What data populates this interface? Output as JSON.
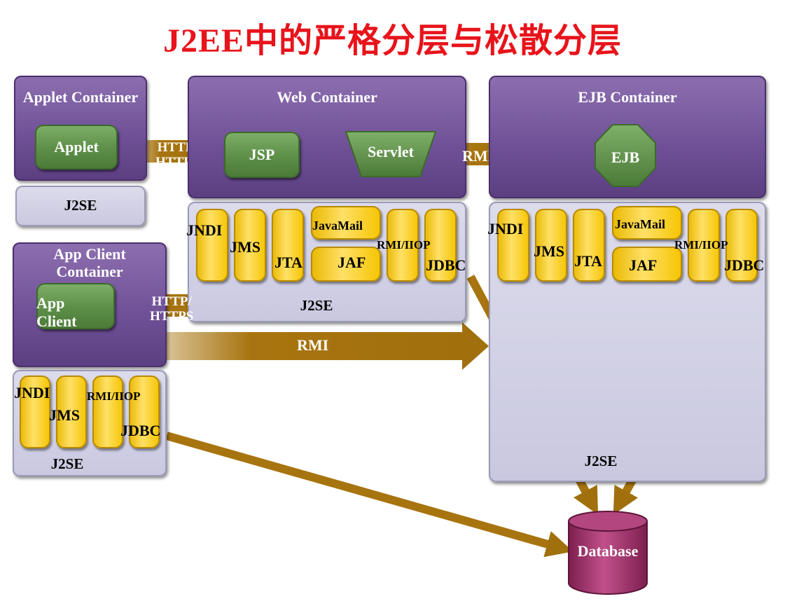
{
  "title": "J2EE中的严格分层与松散分层",
  "applet_container": {
    "title": "Applet Container",
    "component": "Applet",
    "j2se": "J2SE"
  },
  "web_container": {
    "title": "Web Container",
    "jsp": "JSP",
    "servlet": "Servlet",
    "apis": {
      "jndi": "JNDI",
      "jms": "JMS",
      "jta": "JTA",
      "javamail": "JavaMail",
      "jaf": "JAF",
      "rmi_iiop": "RMI/IIOP",
      "jdbc": "JDBC"
    },
    "j2se": "J2SE"
  },
  "ejb_container": {
    "title": "EJB Container",
    "ejb": "EJB",
    "apis": {
      "jndi": "JNDI",
      "jms": "JMS",
      "jta": "JTA",
      "javamail": "JavaMail",
      "jaf": "JAF",
      "rmi_iiop": "RMI/IIOP",
      "jdbc": "JDBC"
    },
    "j2se": "J2SE"
  },
  "app_client_container": {
    "title_line1": "App Client",
    "title_line2": "Container",
    "component_line1": "App",
    "component_line2": "Client",
    "apis": {
      "jndi": "JNDI",
      "jms": "JMS",
      "rmi_iiop": "RMI/IIOP",
      "jdbc": "JDBC"
    },
    "j2se": "J2SE"
  },
  "arrows": {
    "applet_to_web_l1": "HTTP/",
    "applet_to_web_l2": "HTTPS",
    "client_to_web_l1": "HTTP/",
    "client_to_web_l2": "HTTPS",
    "web_to_ejb": "RMI",
    "client_to_ejb": "RMI"
  },
  "database": "Database",
  "colors": {
    "title": "#e8131b",
    "container": "#6e4f96",
    "component": "#5d8e48",
    "api": "#f5c400",
    "j2se": "#c9c8e0",
    "arrow": "#a8740f",
    "database": "#a8366f"
  }
}
